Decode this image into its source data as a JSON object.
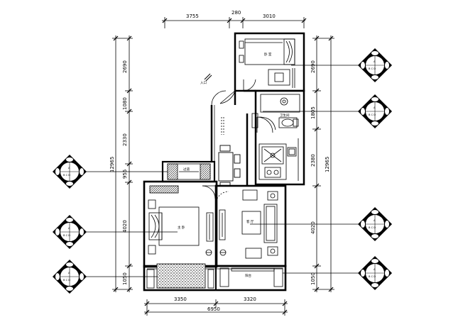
{
  "dimensions": {
    "top": [
      "3755",
      "280",
      "3010"
    ],
    "bottom": [
      "3350",
      "3320",
      "6950"
    ],
    "left": [
      "2690",
      "1080",
      "2330",
      "955",
      "4020",
      "1050"
    ],
    "left_total": "12965",
    "right": [
      "2690",
      "1805",
      "2380",
      "4020",
      "1050"
    ],
    "right_total": "12965"
  },
  "rooms": {
    "room_top": "卧 室",
    "room_bedroom": "主 卧",
    "room_living": "客 厅",
    "room_balcony": "阳台",
    "room_entry": "入口",
    "room_wc": "卫生间",
    "room_corridor": "过道"
  },
  "markers": {
    "marker_code": "A",
    "marker_sub": "B  C  D"
  }
}
